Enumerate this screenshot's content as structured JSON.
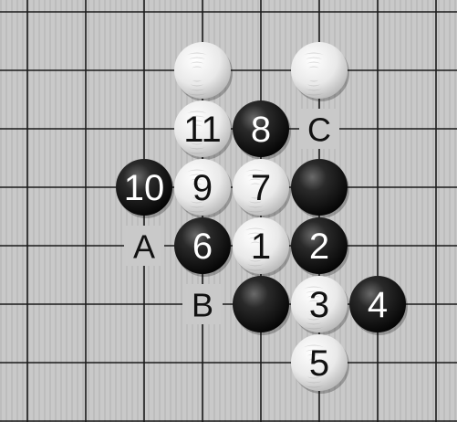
{
  "board": {
    "board_color": "#c6c6c6",
    "line_color": "#1a1a1a",
    "black_stone_color": "#111111",
    "white_stone_color": "#e6e6e6",
    "stones": [
      {
        "color": "white",
        "col": 3,
        "row": 1,
        "label": ""
      },
      {
        "color": "white",
        "col": 5,
        "row": 1,
        "label": ""
      },
      {
        "color": "white",
        "col": 3,
        "row": 2,
        "label": "11"
      },
      {
        "color": "black",
        "col": 4,
        "row": 2,
        "label": "8"
      },
      {
        "color": "black",
        "col": 2,
        "row": 3,
        "label": "10"
      },
      {
        "color": "white",
        "col": 3,
        "row": 3,
        "label": "9"
      },
      {
        "color": "white",
        "col": 4,
        "row": 3,
        "label": "7"
      },
      {
        "color": "black",
        "col": 5,
        "row": 3,
        "label": ""
      },
      {
        "color": "black",
        "col": 3,
        "row": 4,
        "label": "6"
      },
      {
        "color": "white",
        "col": 4,
        "row": 4,
        "label": "1"
      },
      {
        "color": "black",
        "col": 5,
        "row": 4,
        "label": "2"
      },
      {
        "color": "black",
        "col": 4,
        "row": 5,
        "label": ""
      },
      {
        "color": "white",
        "col": 5,
        "row": 5,
        "label": "3"
      },
      {
        "color": "black",
        "col": 6,
        "row": 5,
        "label": "4"
      },
      {
        "color": "white",
        "col": 5,
        "row": 6,
        "label": "5"
      }
    ],
    "markers": [
      {
        "text": "C",
        "col": 5,
        "row": 2
      },
      {
        "text": "A",
        "col": 2,
        "row": 4
      },
      {
        "text": "B",
        "col": 3,
        "row": 5
      }
    ]
  }
}
